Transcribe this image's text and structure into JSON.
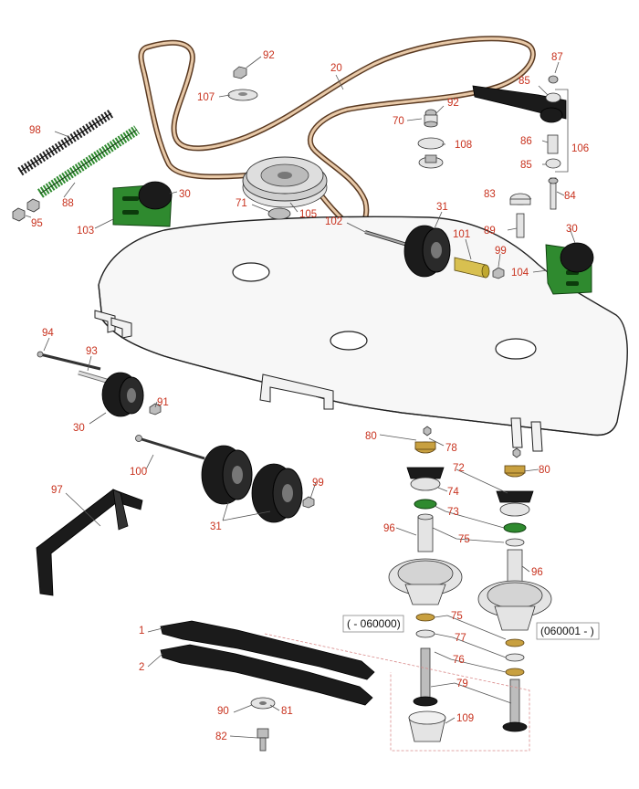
{
  "diagram": {
    "callouts": [
      {
        "id": "c20",
        "text": "20"
      },
      {
        "id": "c92a",
        "text": "92"
      },
      {
        "id": "c107",
        "text": "107"
      },
      {
        "id": "c87",
        "text": "87"
      },
      {
        "id": "c85a",
        "text": "85"
      },
      {
        "id": "c92b",
        "text": "92"
      },
      {
        "id": "c70",
        "text": "70"
      },
      {
        "id": "c108",
        "text": "108"
      },
      {
        "id": "c86",
        "text": "86"
      },
      {
        "id": "c106",
        "text": "106"
      },
      {
        "id": "c85b",
        "text": "85"
      },
      {
        "id": "c98",
        "text": "98"
      },
      {
        "id": "c88",
        "text": "88"
      },
      {
        "id": "c95",
        "text": "95"
      },
      {
        "id": "c103",
        "text": "103"
      },
      {
        "id": "c30a",
        "text": "30"
      },
      {
        "id": "c71",
        "text": "71"
      },
      {
        "id": "c105",
        "text": "105"
      },
      {
        "id": "c102",
        "text": "102"
      },
      {
        "id": "c31a",
        "text": "31"
      },
      {
        "id": "c83",
        "text": "83"
      },
      {
        "id": "c84",
        "text": "84"
      },
      {
        "id": "c89",
        "text": "89"
      },
      {
        "id": "c30b",
        "text": "30"
      },
      {
        "id": "c101",
        "text": "101"
      },
      {
        "id": "c99a",
        "text": "99"
      },
      {
        "id": "c104",
        "text": "104"
      },
      {
        "id": "c94",
        "text": "94"
      },
      {
        "id": "c93",
        "text": "93"
      },
      {
        "id": "c91",
        "text": "91"
      },
      {
        "id": "c30c",
        "text": "30"
      },
      {
        "id": "c80a",
        "text": "80"
      },
      {
        "id": "c78",
        "text": "78"
      },
      {
        "id": "c80b",
        "text": "80"
      },
      {
        "id": "c72",
        "text": "72"
      },
      {
        "id": "c74",
        "text": "74"
      },
      {
        "id": "c100",
        "text": "100"
      },
      {
        "id": "c99b",
        "text": "99"
      },
      {
        "id": "c73",
        "text": "73"
      },
      {
        "id": "c31b",
        "text": "31"
      },
      {
        "id": "c97",
        "text": "97"
      },
      {
        "id": "c96a",
        "text": "96"
      },
      {
        "id": "c75a",
        "text": "75"
      },
      {
        "id": "c96b",
        "text": "96"
      },
      {
        "id": "c75b",
        "text": "75"
      },
      {
        "id": "c77",
        "text": "77"
      },
      {
        "id": "c76",
        "text": "76"
      },
      {
        "id": "c79",
        "text": "79"
      },
      {
        "id": "c1",
        "text": "1"
      },
      {
        "id": "c2",
        "text": "2"
      },
      {
        "id": "c90",
        "text": "90"
      },
      {
        "id": "c81",
        "text": "81"
      },
      {
        "id": "c82",
        "text": "82"
      },
      {
        "id": "c109",
        "text": "109"
      }
    ],
    "serial_labels": {
      "left": "( - 060000)",
      "right": "(060001 - )"
    }
  }
}
